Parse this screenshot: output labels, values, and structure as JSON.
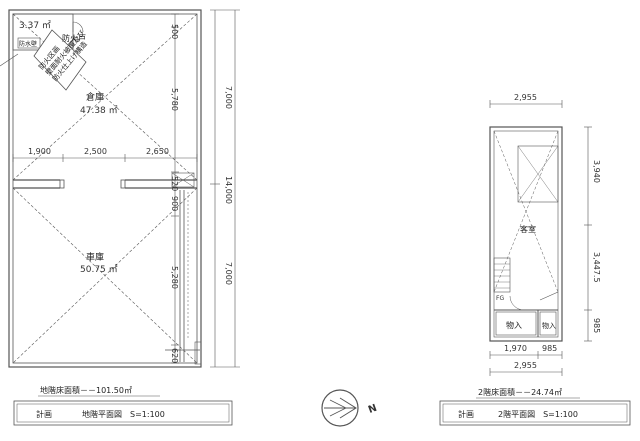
{
  "floor_b1": {
    "areas": {
      "small_room": "3.37 ㎡",
      "warehouse_label": "倉庫",
      "warehouse_area": "47.38 ㎡",
      "garage_label": "車庫",
      "garage_area": "50.75 ㎡"
    },
    "labels": {
      "door_label": "防火戸",
      "tag_left": "防水壁",
      "note_lines": [
        "防火区画",
        "壁面耐火被覆及び",
        "防火仕上げ構造"
      ]
    },
    "dims_horizontal": [
      "1,900",
      "2,500",
      "2,650"
    ],
    "dims_vertical_inner": [
      "500",
      "5,780",
      "520",
      "900",
      "5,280",
      "620"
    ],
    "dims_vertical_outer": [
      "7,000",
      "14,000",
      "7,000"
    ],
    "area_caption": "地階床面積－－101.50㎡",
    "title_label": "計画",
    "title_text": "地階平面図　S=1:100"
  },
  "floor_2": {
    "room_label": "客室",
    "storage_left": "物入",
    "storage_right": "物入",
    "fg_label": "FG",
    "dims_top": "2,955",
    "dims_bottom_parts": [
      "1,970",
      "985"
    ],
    "dims_bottom_total": "2,955",
    "dims_right": [
      "3,940",
      "3,447.5",
      "985"
    ],
    "area_caption": "2階床面積－－24.74㎡",
    "title_label": "計画",
    "title_text": "2階平面図　S=1:100"
  },
  "north_arrow": {
    "letter": "N"
  }
}
